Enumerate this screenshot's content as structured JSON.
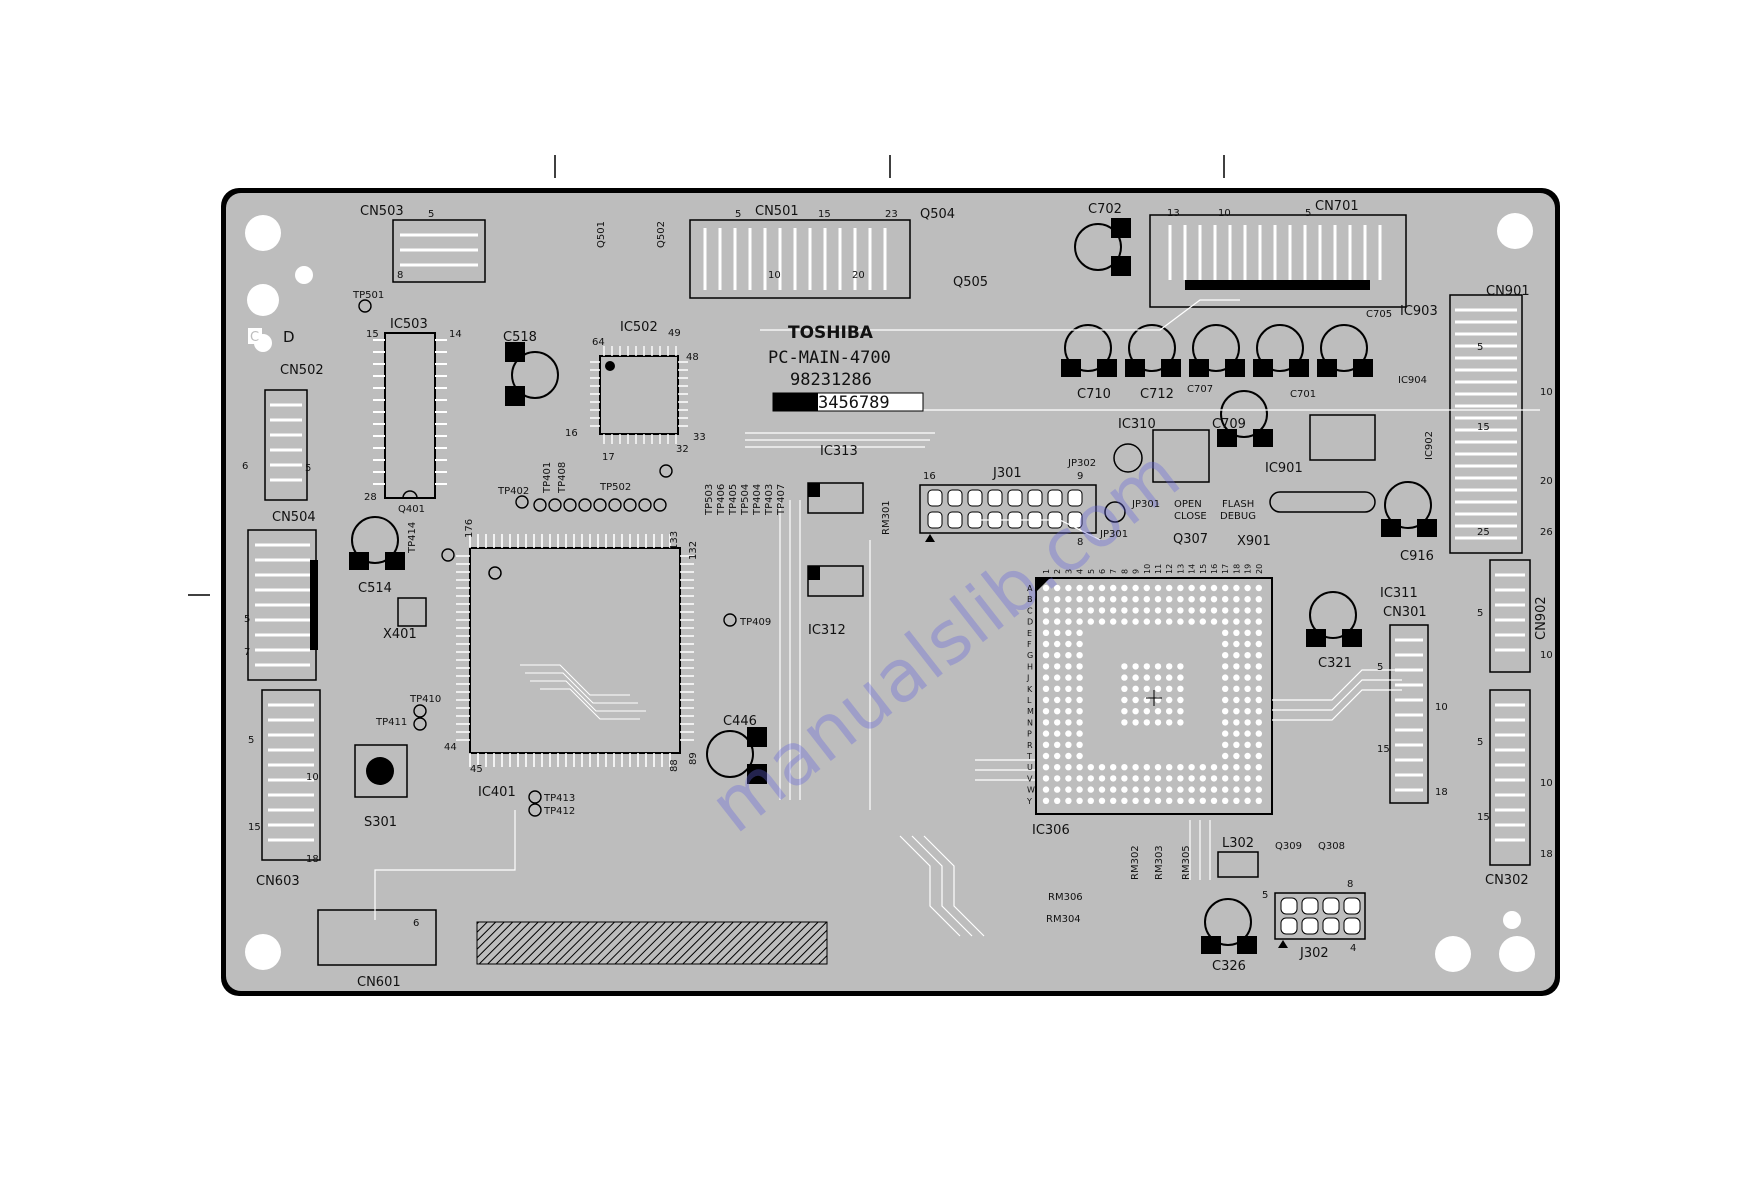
{
  "board": {
    "maker": "TOSHIBA",
    "model": "PC-MAIN-4700",
    "part_number": "98231286",
    "rev_digits": "3456789",
    "corner_marks": [
      "C",
      "D"
    ],
    "watermark": "manualslib.com"
  },
  "connectors": {
    "cn503": {
      "name": "CN503",
      "pins": [
        "5",
        "8"
      ]
    },
    "cn501": {
      "name": "CN501",
      "pins": [
        "5",
        "15",
        "23",
        "10",
        "20"
      ]
    },
    "cn701": {
      "name": "CN701",
      "pins": [
        "13",
        "10",
        "5"
      ]
    },
    "cn502": {
      "name": "CN502",
      "pins": [
        "6",
        "5"
      ]
    },
    "cn504": {
      "name": "CN504",
      "pins": [
        "5",
        "7"
      ]
    },
    "cn603": {
      "name": "CN603",
      "pins": [
        "5",
        "10",
        "15",
        "18"
      ]
    },
    "cn601": {
      "name": "CN601",
      "pins": [
        "6"
      ]
    },
    "cn901": {
      "name": "CN901",
      "pins": [
        "5",
        "10",
        "15",
        "20",
        "25",
        "26"
      ]
    },
    "cn902": {
      "name": "CN902",
      "pins": [
        "5",
        "10"
      ]
    },
    "cn301": {
      "name": "CN301",
      "pins": [
        "5",
        "10",
        "15",
        "18"
      ]
    },
    "cn302": {
      "name": "CN302",
      "pins": [
        "5",
        "10",
        "15",
        "18"
      ]
    }
  },
  "ics": {
    "ic503": "IC503",
    "ic502": "IC502",
    "ic401": "IC401",
    "ic313": "IC313",
    "ic312": "IC312",
    "ic306": "IC306",
    "ic310": "IC310",
    "ic901": "IC901",
    "ic903": "IC903",
    "ic904": "IC904",
    "ic902": "IC902",
    "ic311": "IC311"
  },
  "ic_pins": {
    "ic502": [
      "64",
      "49",
      "48",
      "16",
      "17",
      "33",
      "32"
    ],
    "ic401": [
      "176",
      "133",
      "132",
      "44",
      "45",
      "88",
      "89"
    ],
    "ic503": [
      "15",
      "14",
      "28"
    ]
  },
  "capacitors": [
    "C518",
    "C514",
    "C446",
    "C702",
    "C710",
    "C712",
    "C707",
    "C701",
    "C709",
    "C705",
    "C916",
    "C321",
    "C326"
  ],
  "transistors": [
    "Q501",
    "Q502",
    "Q504",
    "Q505",
    "Q401",
    "Q307",
    "Q309",
    "Q308"
  ],
  "test_points": [
    "TP501",
    "TP402",
    "TP401",
    "TP408",
    "TP502",
    "TP503",
    "TP406",
    "TP405",
    "TP504",
    "TP404",
    "TP403",
    "TP407",
    "TP414",
    "TP409",
    "TP410",
    "TP411",
    "TP413",
    "TP412"
  ],
  "others": {
    "x401": "X401",
    "x901": "X901",
    "s301": "S301",
    "j301": "J301",
    "j301_pins": [
      "16",
      "9",
      "8"
    ],
    "j302": "J302",
    "j302_pins": [
      "5",
      "8",
      "4"
    ],
    "jp302": "JP302",
    "jp301": "JP301",
    "jp301_dup": "JP301",
    "jp_open": "OPEN",
    "jp_close": "CLOSE",
    "flash": "FLASH",
    "debug": "DEBUG",
    "rm301": "RM301",
    "rm302": "RM302",
    "rm303": "RM303",
    "rm305": "RM305",
    "rm306": "RM306",
    "rm304": "RM304",
    "l302": "L302"
  },
  "bga": {
    "rows": [
      "A",
      "B",
      "C",
      "D",
      "E",
      "F",
      "G",
      "H",
      "J",
      "K",
      "L",
      "M",
      "N",
      "P",
      "R",
      "T",
      "U",
      "V",
      "W",
      "Y"
    ],
    "cols": [
      "1",
      "2",
      "3",
      "4",
      "5",
      "6",
      "7",
      "8",
      "9",
      "10",
      "11",
      "12",
      "13",
      "14",
      "15",
      "16",
      "17",
      "18",
      "19",
      "20"
    ]
  },
  "colors": {
    "board": "#bdbdbd",
    "outline": "#000000",
    "copper": "#ffffff",
    "pad": "#000000"
  }
}
